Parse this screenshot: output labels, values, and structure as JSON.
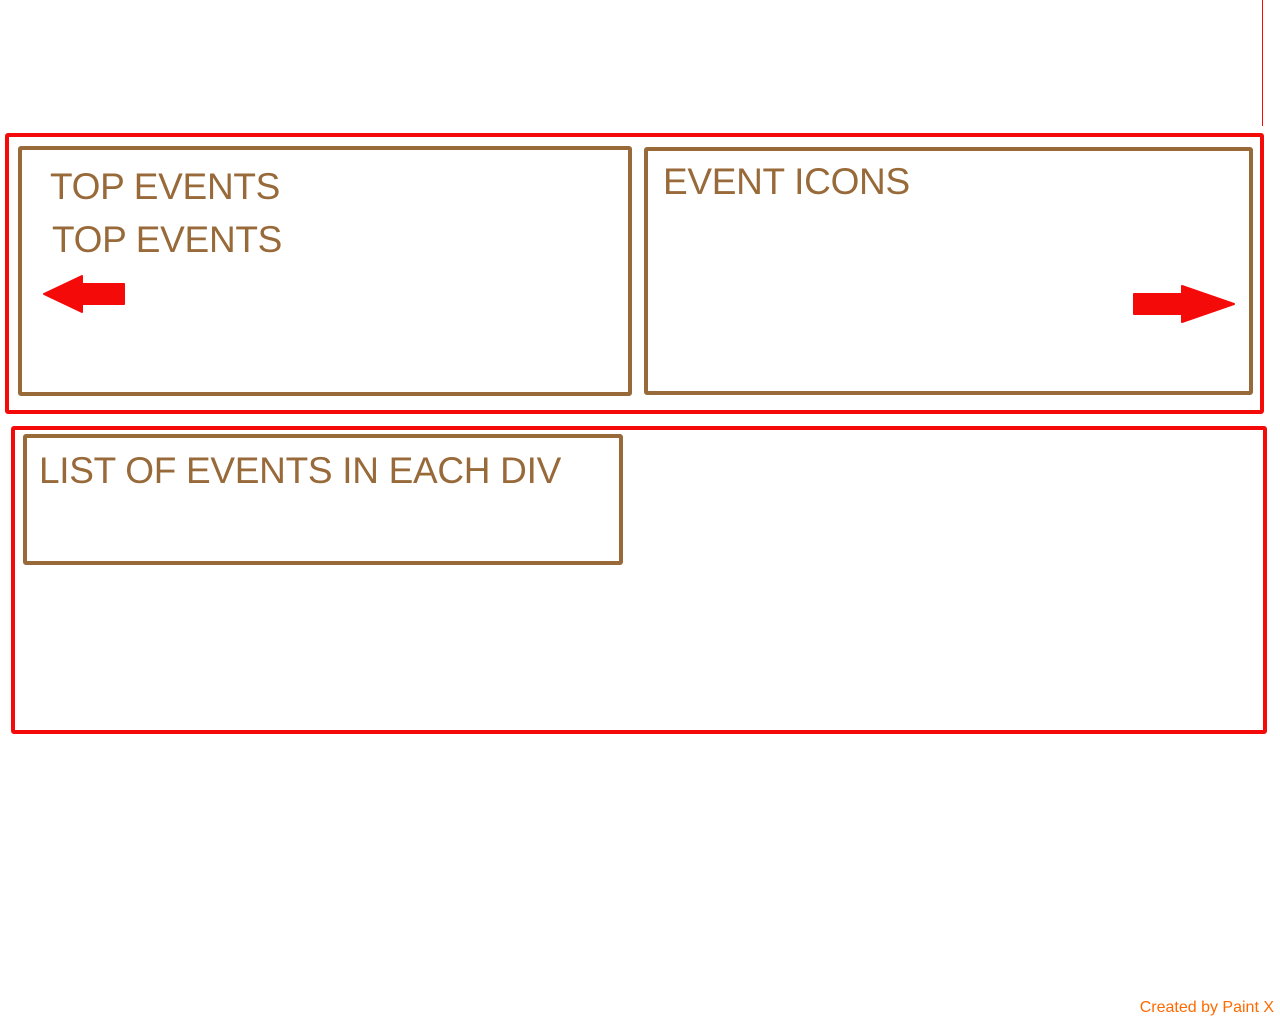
{
  "panels": {
    "top_events": {
      "line1": "TOP EVENTS",
      "line2": "TOP EVENTS"
    },
    "event_icons": {
      "title": "EVENT ICONS"
    },
    "events_list": {
      "title": "LIST OF EVENTS IN EACH DIV"
    }
  },
  "watermark": "Created by Paint X",
  "colors": {
    "container_border": "#f50a0a",
    "panel_border": "#986a3a",
    "arrow": "#f50a0a",
    "watermark": "#ff6a00"
  },
  "icons": {
    "left_arrow": "arrow-left-icon",
    "right_arrow": "arrow-right-icon"
  }
}
